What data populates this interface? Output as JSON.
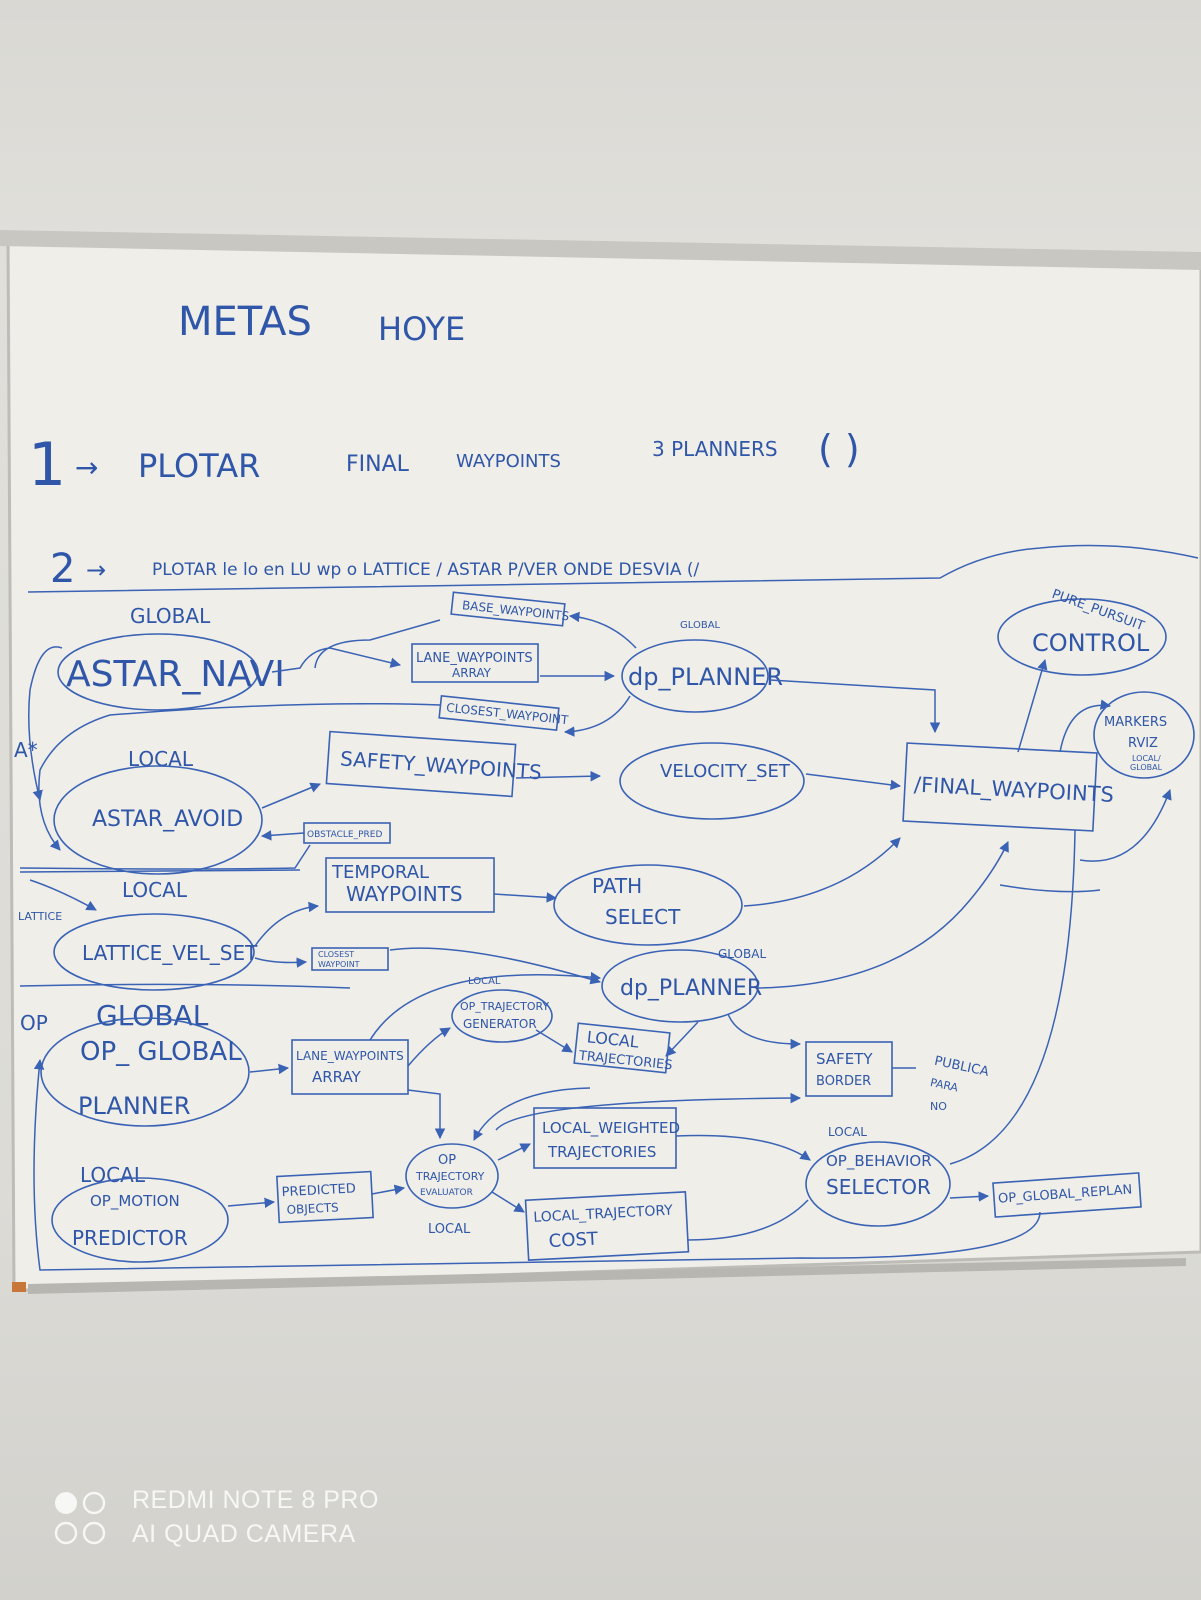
{
  "board": {
    "title": [
      "METAS",
      "HOYE"
    ],
    "goal1": {
      "number": "1",
      "arrow": "→",
      "text": [
        "PLOTAR",
        "FINAL",
        "WAYPOINTS",
        "3 PLANNERS",
        "(  )"
      ]
    },
    "goal2": {
      "number": "2",
      "arrow": "→",
      "text": "PLOTAR le lo en LU  wp o LATTICE / ASTAR   P/VER  ONDE  DESVIA  (/"
    },
    "side_labels": {
      "a_star": "A*",
      "lattice": "LATTICE",
      "op": "OP"
    },
    "zone_labels": {
      "global1": "GLOBAL",
      "local1": "LOCAL",
      "local2": "LOCAL",
      "global2": "GLOBAL",
      "local3": "LOCAL"
    },
    "nodes": {
      "astar_navi": "ASTAR_NAVI",
      "base_waypoints": "BASE_WAYPOINTS",
      "lane_waypoints_array": [
        "LANE_WAYPOINTS",
        "ARRAY"
      ],
      "closest_waypoint": "CLOSEST_WAYPOINT",
      "dp_planner_global": "dp_PLANNER",
      "dp_planner_global_note": "GLOBAL",
      "pure_pursuit": [
        "PURE_PURSUIT",
        "CONTROL"
      ],
      "marker_rviz": [
        "MARKERS",
        "RVIZ",
        "LOCAL/",
        "GLOBAL"
      ],
      "safety_waypoints": "SAFETY_WAYPOINTS",
      "velocity_set": "VELOCITY_SET",
      "final_waypoints": "/FINAL_WAYPOINTS",
      "astar_avoid": "ASTAR_AVOID",
      "obstacle_pred": "OBSTACLE_PRED",
      "temporal_waypoints": [
        "TEMPORAL",
        "WAYPOINTS"
      ],
      "path_select": [
        "PATH",
        "SELECT"
      ],
      "lattice_vel_set": "LATTICE_VEL_SET",
      "closest_waypoint_small": [
        "CLOSEST",
        "WAYPOINT"
      ],
      "dp_planner_local": "dp_PLANNER",
      "dp_planner_local_note": "GLOBAL",
      "op_trajectory_generator": [
        "LOCAL",
        "OP_TRAJECTORY",
        "GENERATOR"
      ],
      "op_global_planner": [
        "OP_ GLOBAL",
        "PLANNER"
      ],
      "lane_waypoints_array_2": [
        "LANE_WAYPOINTS",
        "ARRAY"
      ],
      "local_trajectories": [
        "LOCAL",
        "TRAJECTORIES"
      ],
      "safety_border": [
        "SAFETY",
        "BORDER"
      ],
      "publica_note": [
        "PUBLICA",
        "PARA",
        "NO"
      ],
      "local_weighted_trajectories": [
        "LOCAL_WEIGHTED",
        "TRAJECTORIES"
      ],
      "op_behavior_selector": [
        "LOCAL",
        "OP_BEHAVIOR",
        "SELECTOR"
      ],
      "op_global_replan": "OP_GLOBAL_REPLAN",
      "op_motion_predictor": [
        "LOCAL",
        "OP_MOTION",
        "PREDICTOR"
      ],
      "predicted_objects": [
        "PREDICTED",
        "OBJECTS"
      ],
      "op_trajectory_evaluator": [
        "OP",
        "TRAJECTORY",
        "EVALUATOR"
      ],
      "op_trajectory_evaluator_note": "LOCAL",
      "local_trajectory_cost": [
        "LOCAL_TRAJECTORY",
        "COST"
      ]
    }
  },
  "watermark": {
    "line1": "REDMI NOTE 8 PRO",
    "line2": "AI QUAD CAMERA"
  },
  "colors": {
    "ink": "#2f56a8",
    "board": "#f1f0e9",
    "frame": "#c9c8c3",
    "watermark": "#f7f7f5"
  }
}
